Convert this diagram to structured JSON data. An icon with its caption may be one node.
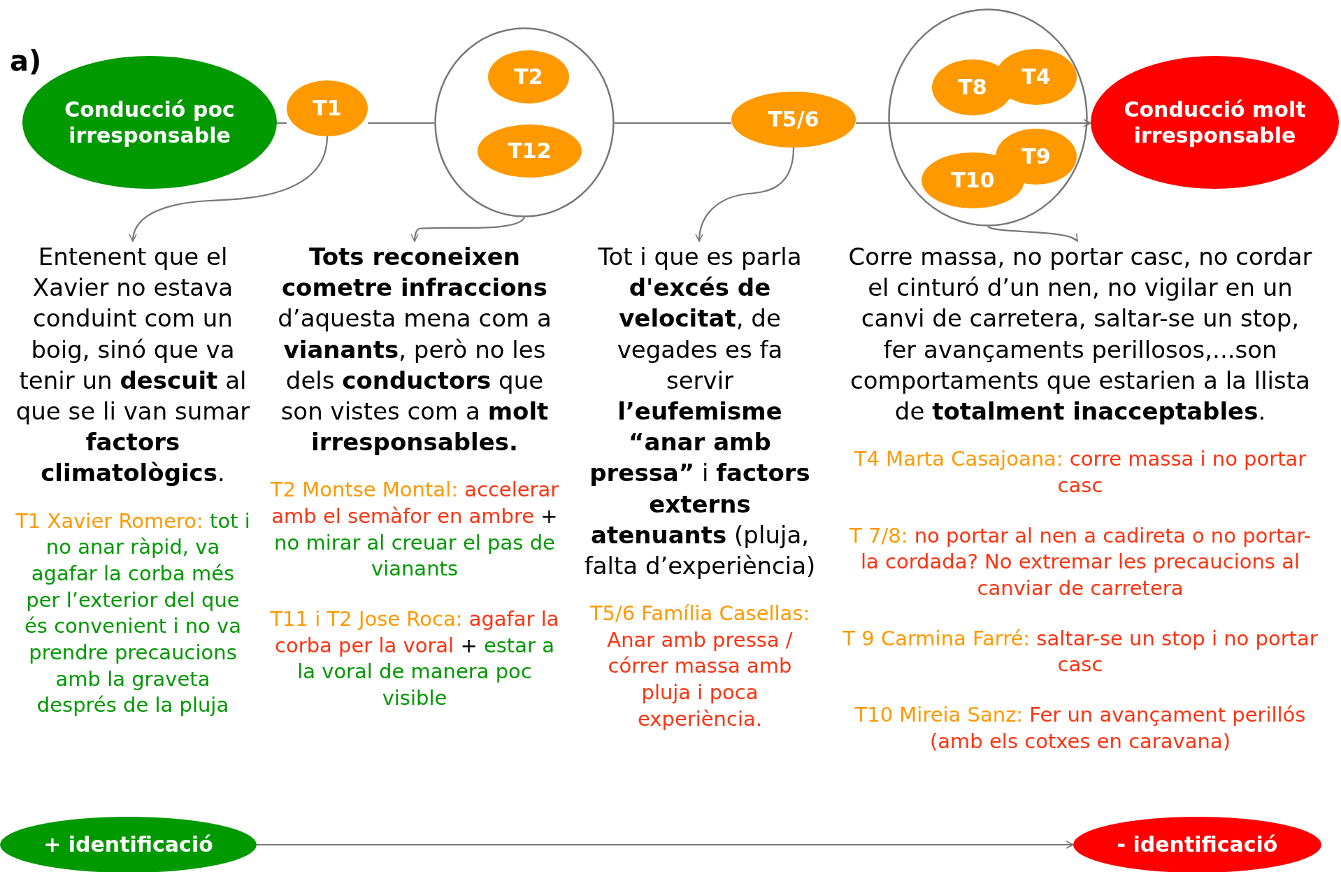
{
  "diagram": {
    "nodes": [
      {
        "text": [
          "Conducció poc irresponsable"
        ]
      },
      {
        "text": [
          "T1"
        ]
      },
      {
        "text": [],
        "shape": "circle"
      },
      {
        "text": [
          "T2"
        ],
        "in": 2
      },
      {
        "text": [
          "T12"
        ],
        "in": 2
      },
      {
        "text": [
          "T5/6"
        ]
      },
      {
        "text": [],
        "shape": "circle"
      },
      {
        "text": [
          "T8"
        ],
        "in": 6
      },
      {
        "text": [
          "T4"
        ],
        "in": 6
      },
      {
        "text": [
          "T9"
        ],
        "in": 6
      },
      {
        "text": [
          "T10"
        ],
        "in": 6
      },
      {
        "text": [
          "Conducció molt irresponsable"
        ]
      },
      {
        "text": [
          "Entenent que el Xavier no estava conduint com un boig, sinó que va tenir un **descuit** al que se li van sumar **factors climatològics**."
        ]
      },
      {
        "text": [
          "**Tots reconeixen cometre infraccions** d’aquesta mena com a **vianants**, però no les dels **conductors** que son vistes com a **molt irresponsables.**"
        ]
      },
      {
        "text": [
          "Tot i que es parla **d'excés de velocitat**, de vegades es fa servir **l’eufemisme “anar amb pressa”** i **factors externs atenuants** (pluja, falta d’experiència)"
        ]
      },
      {
        "text": [
          "Corre massa, no portar casc, no cordar el cinturó d’un nen, no vigilar en un canvi de carretera, saltar-se un stop, fer avançaments perillosos,...son comportaments que estarien a la llista de **totalment inacceptables**."
        ]
      },
      {
        "text": [
          "+ identificació"
        ]
      },
      {
        "text": [
          "- identificació"
        ]
      }
    ],
    "edges": [
      {
        "from": 0,
        "to": 1,
        "arrow": "none"
      },
      {
        "from": 1,
        "to": 2,
        "arrow": "none"
      },
      {
        "from": 2,
        "to": 5,
        "arrow": "none"
      },
      {
        "from": 5,
        "to": 11,
        "arrow": "to"
      },
      {
        "from": 1,
        "to": 12,
        "arrow": "to"
      },
      {
        "from": 2,
        "to": 13,
        "arrow": "to"
      },
      {
        "from": 5,
        "to": 14,
        "arrow": "to"
      },
      {
        "from": 6,
        "to": 15,
        "arrow": "to"
      },
      {
        "from": 16,
        "to": 17,
        "arrow": "to"
      }
    ],
    "labels": [
      "a)",
      "T1 Xavier Romero:",
      "tot i no anar ràpid, va agafar la corba més per l’exterior del que és convenient i no va prendre precaucions amb la graveta després de la pluja",
      "T2 Montse Montal:",
      "accelerar amb el semàfor en ambre",
      "+",
      "no mirar al creuar el pas de vianants",
      "T11 i T2  Jose Roca:",
      "agafar la corba per la voral",
      "+",
      "estar a la voral de manera poc visible",
      "T5/6 Família Casellas:",
      "Anar amb pressa / córrer massa amb pluja i poca experiència.",
      "T4 Marta Casajoana:",
      "corre massa i no portar casc",
      "T 7/8:",
      "no portar al nen a cadireta o no portar-la cordada? No extremar les precaucions al canviar de carretera",
      "T 9 Carmina Farré:",
      "saltar-se un stop i no portar casc",
      "T10 Mireia Sanz:",
      "Fer un avançament perillós (amb els cotxes en caravana)"
    ]
  }
}
